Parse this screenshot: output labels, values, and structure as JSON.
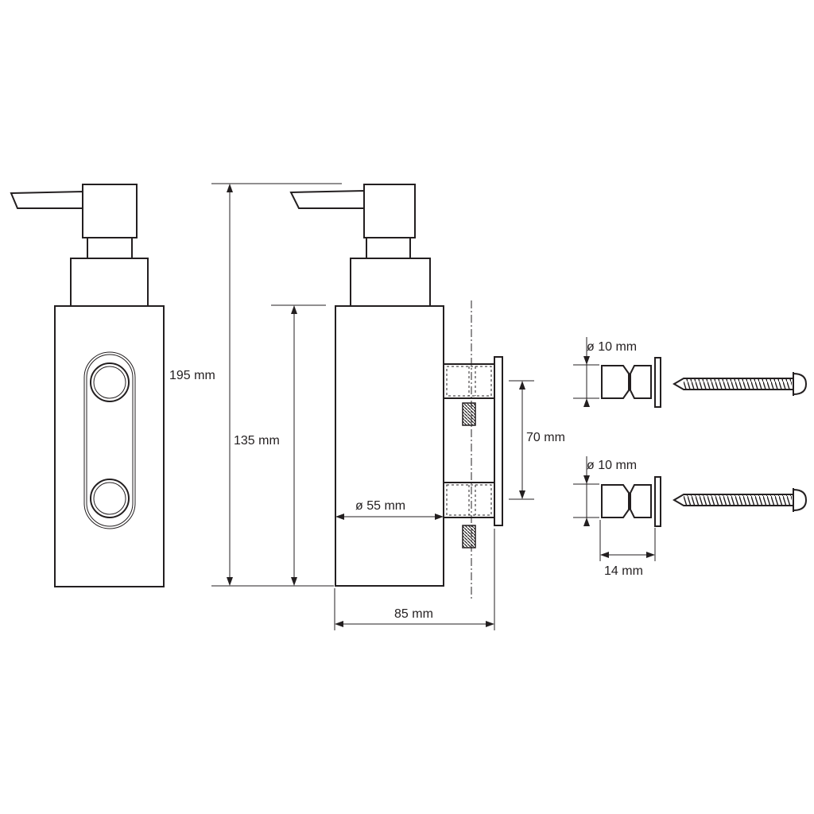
{
  "dimensions": {
    "total_height": "195 mm",
    "body_height": "135 mm",
    "diameter_body": "ø 55 mm",
    "depth": "85 mm",
    "bracket_spacing": "70 mm",
    "anchor_diameter_top": "ø 10 mm",
    "anchor_diameter_bottom": "ø 10 mm",
    "anchor_length": "14 mm"
  }
}
